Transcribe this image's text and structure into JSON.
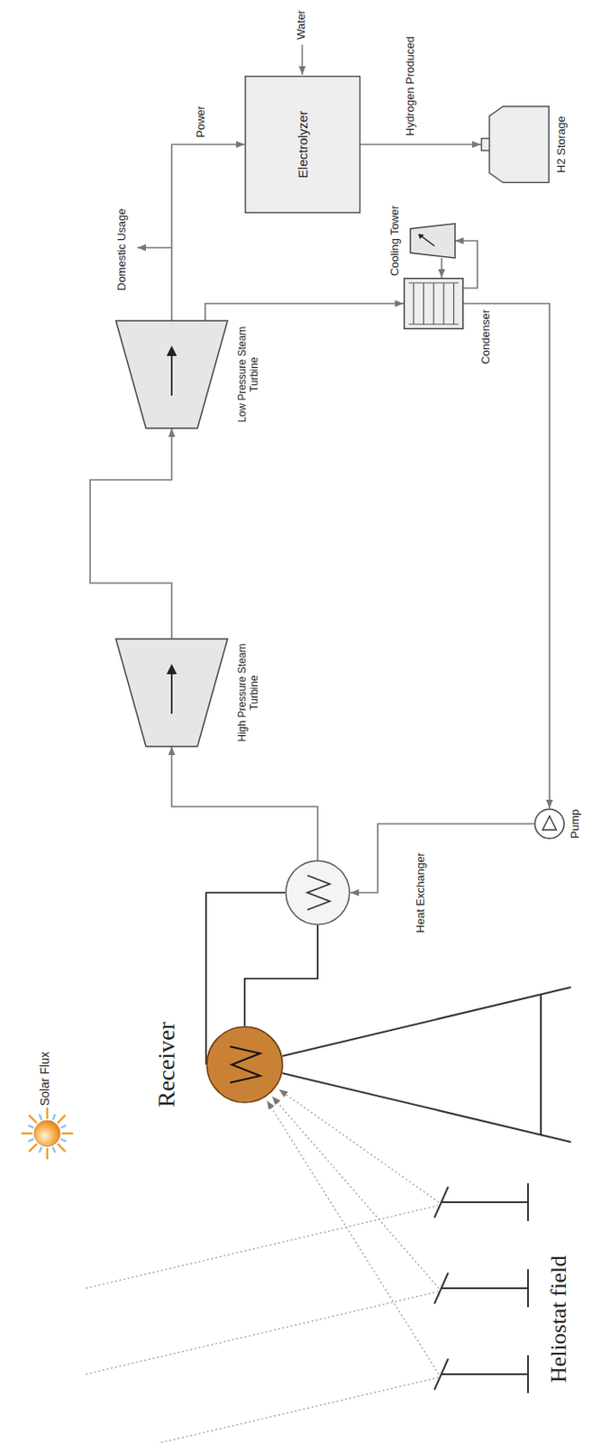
{
  "diagram": {
    "nodes": [
      {
        "text": [
          "Receiver"
        ]
      },
      {
        "text": [
          "Heat Exchanger"
        ]
      },
      {
        "text": [
          "High Pressure Steam Turbine"
        ]
      },
      {
        "text": [
          "Low Pressure Steam Turbine"
        ]
      },
      {
        "text": [
          "Condenser"
        ]
      },
      {
        "text": [
          "Cooling Tower"
        ]
      },
      {
        "text": [
          "Pump"
        ]
      },
      {
        "text": [
          "Electrolyzer"
        ]
      },
      {
        "text": [
          "H2 Storage"
        ]
      }
    ],
    "edges": [
      {
        "from": 0,
        "to": 1,
        "arrow": "none"
      },
      {
        "from": 1,
        "to": 0,
        "arrow": "none"
      },
      {
        "from": 1,
        "to": 2,
        "arrow": "to"
      },
      {
        "from": 2,
        "to": 3,
        "arrow": "to"
      },
      {
        "from": 3,
        "to": 4,
        "arrow": "to"
      },
      {
        "from": 4,
        "to": 5,
        "arrow": "to"
      },
      {
        "from": 5,
        "to": 4,
        "arrow": "to"
      },
      {
        "from": 4,
        "to": 6,
        "arrow": "to"
      },
      {
        "from": 6,
        "to": 1,
        "arrow": "to"
      },
      {
        "from": 3,
        "to": 7,
        "label": "Power",
        "arrow": "to"
      },
      {
        "from": 7,
        "to": 8,
        "label": "Hydrogen Produced",
        "arrow": "to"
      }
    ],
    "labels": [
      "Solar Flux",
      "Domestic Usage",
      "Water",
      "Heliostat field"
    ]
  }
}
